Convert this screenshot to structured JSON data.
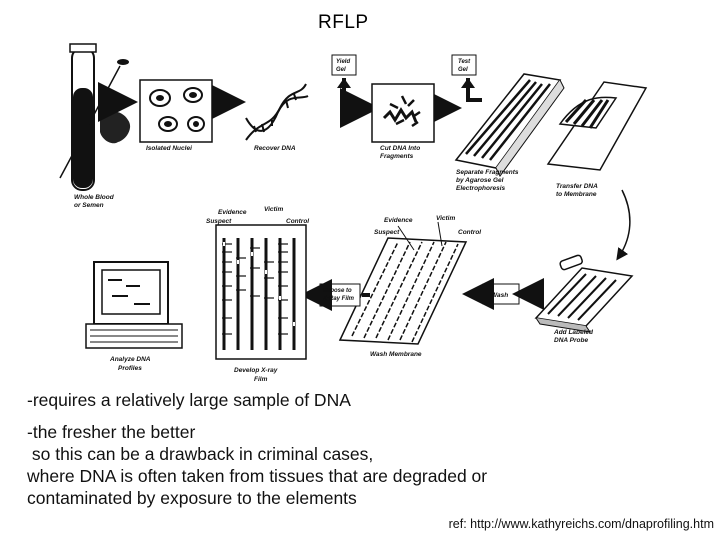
{
  "title": "RFLP",
  "labels": {
    "whole_blood": [
      "Whole Blood",
      "or Semen"
    ],
    "isolated_nuclei": "Isolated Nuclei",
    "recover_dna": "Recover DNA",
    "yield_gel": [
      "Yield",
      "Gel"
    ],
    "cut_dna": [
      "Cut DNA Into",
      "Fragments"
    ],
    "test_gel": [
      "Test",
      "Gel"
    ],
    "separate": [
      "Separate Fragments",
      "by Agarose Gel",
      "Electrophoresis"
    ],
    "transfer": [
      "Transfer DNA",
      "to Membrane"
    ],
    "add_probe": [
      "Add Labeled",
      "DNA Probe"
    ],
    "wash": "Wash",
    "wash_membrane": "Wash Membrane",
    "expose": [
      "Expose to",
      "X-Ray Film"
    ],
    "develop": [
      "Develop  X-ray",
      "Film"
    ],
    "analyze": [
      "Analyze DNA",
      "Profiles"
    ],
    "film_evidence": "Evidence",
    "film_victim": "Victim",
    "film_suspect": "Suspect",
    "film_control": "Control",
    "mem_evidence": "Evidence",
    "mem_victim": "Victim",
    "mem_suspect": "Suspect",
    "mem_control": "Control"
  },
  "text": {
    "line1": "-requires a relatively large sample of DNA",
    "line2": "-the fresher the better",
    "line3": " so this can be a drawback in criminal cases,",
    "line4": "where DNA is often taken from tissues that are degraded or",
    "line5": "contaminated by exposure to the elements"
  },
  "reference": "ref: http://www.kathyreichs.com/dnaprofiling.htm"
}
